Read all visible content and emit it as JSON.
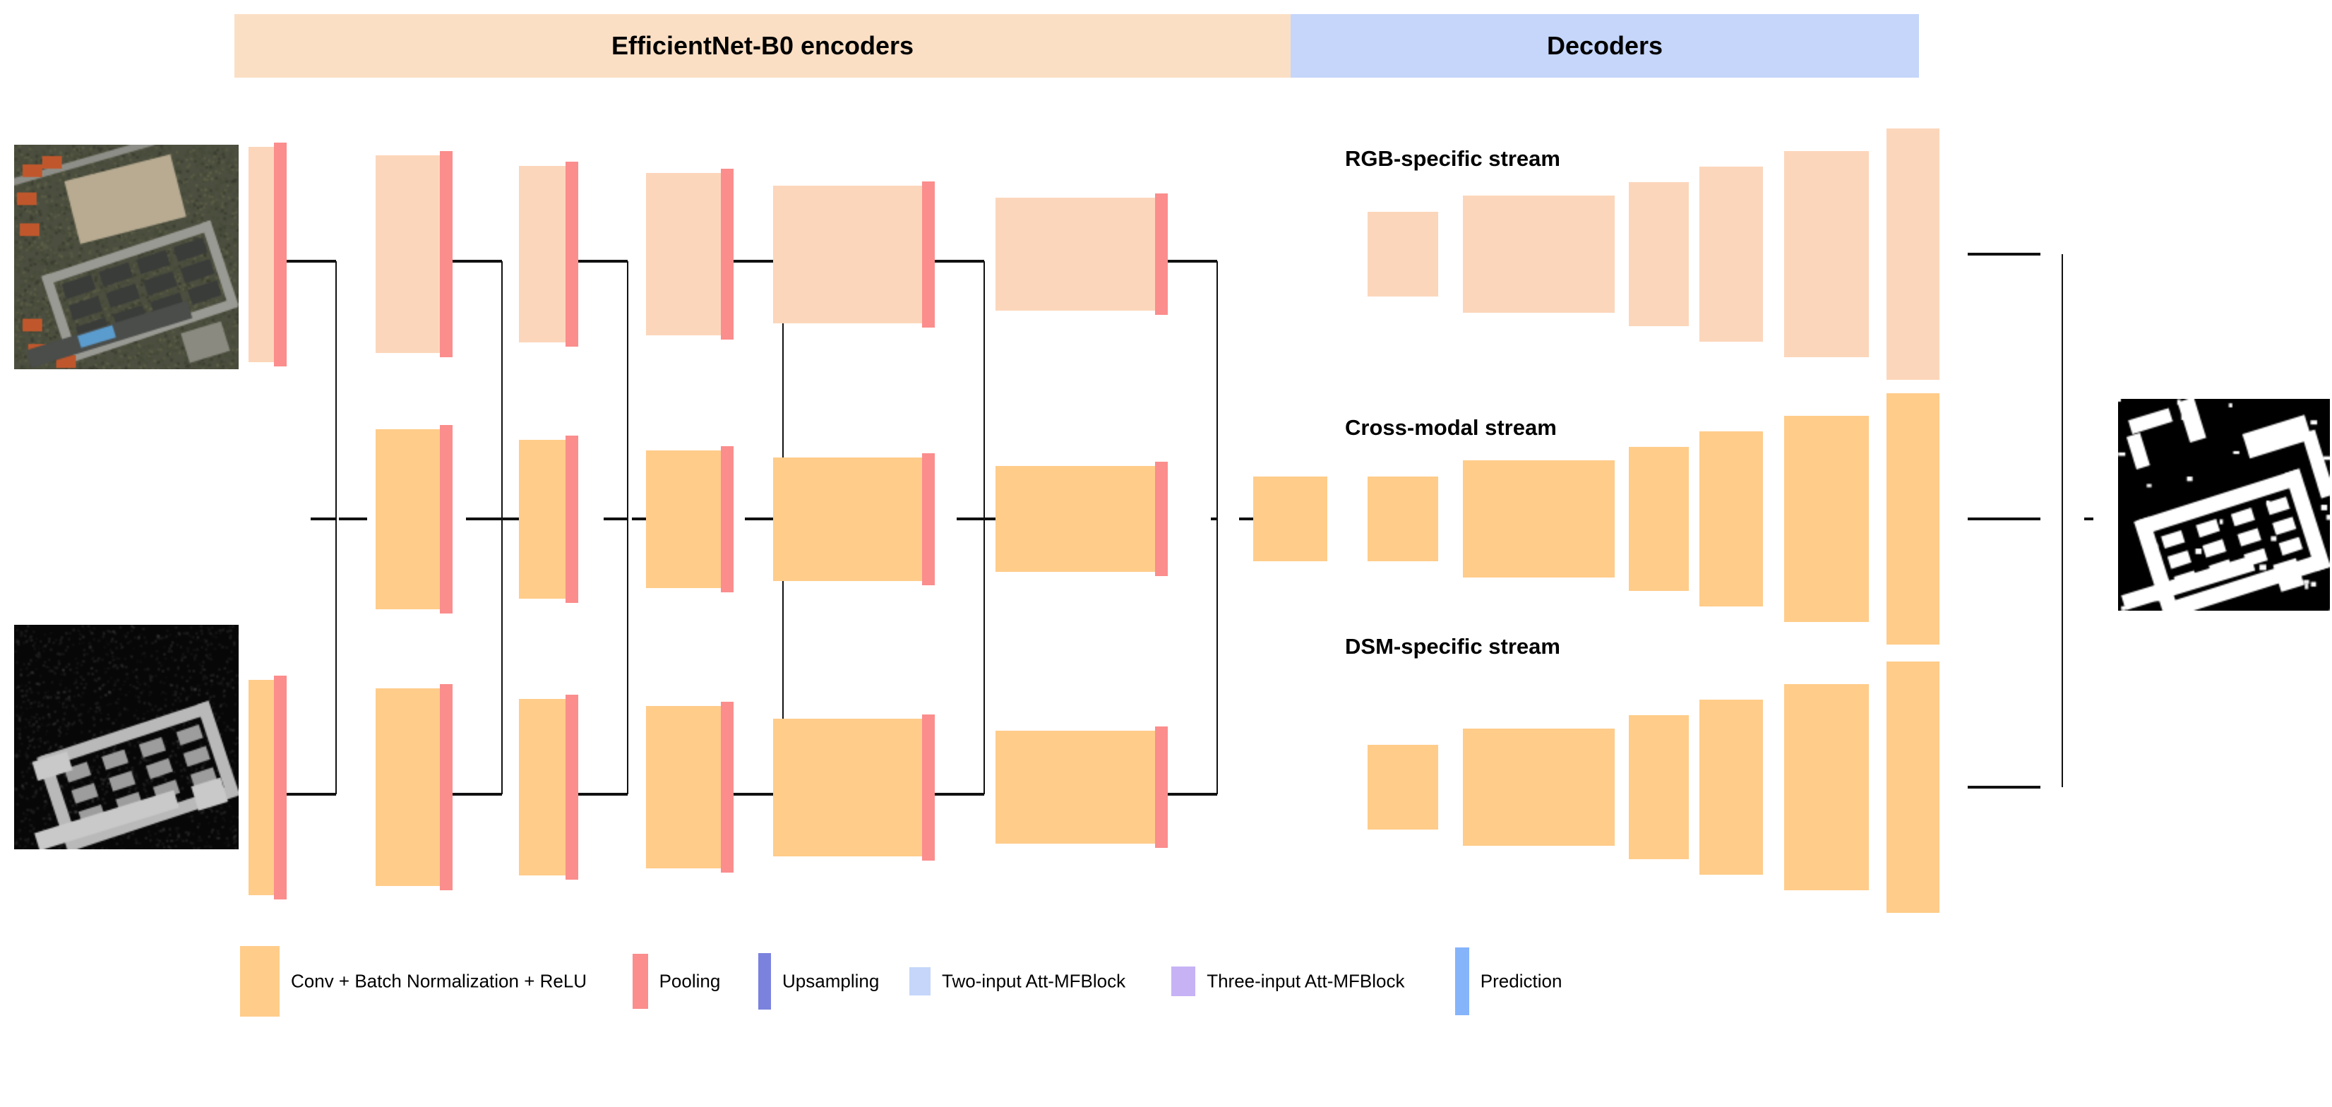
{
  "header": {
    "encoders_label": "EfficientNet-B0 encoders",
    "decoders_label": "Decoders",
    "encoders_color": "#FBDFC4",
    "decoders_color": "#C5D6FA"
  },
  "streams": {
    "rgb_label": "RGB-specific stream",
    "cross_label": "Cross-modal stream",
    "dsm_label": "DSM-specific stream"
  },
  "palette": {
    "conv": "#FFCC8A",
    "conv_rgb": "#FCD6BB",
    "pooling": "#FB8D8D",
    "upsampling": "#7B82DE",
    "att_mfblock_two": "#C5D6FA",
    "att_mfblock_three": "#C7B2F5",
    "prediction": "#85B4FB",
    "connector": "#111111"
  },
  "legend": {
    "items": [
      {
        "label": "Conv + Batch Normalization + ReLU",
        "color": "#FFCC8A",
        "swatch_w": 56,
        "swatch_h": 100
      },
      {
        "label": "Pooling",
        "color": "#FB8D8D",
        "swatch_w": 22,
        "swatch_h": 78
      },
      {
        "label": "Upsampling",
        "color": "#7B82DE",
        "swatch_w": 18,
        "swatch_h": 80
      },
      {
        "label": "Two-input Att-MFBlock",
        "color": "#C5D6FA",
        "swatch_w": 30,
        "swatch_h": 40
      },
      {
        "label": "Three-input Att-MFBlock",
        "color": "#C7B2F5",
        "swatch_w": 34,
        "swatch_h": 42
      },
      {
        "label": "Prediction",
        "color": "#85B4FB",
        "swatch_w": 20,
        "swatch_h": 96
      }
    ]
  },
  "inputs": {
    "rgb_image_name": "rgb-aerial-input-image",
    "dsm_image_name": "dsm-elevation-input-image"
  },
  "output": {
    "mask_image_name": "binary-building-segmentation-output"
  },
  "architecture": {
    "encoder_stages": 6,
    "decoder_stages": 6,
    "fusion_blocks_encoder": 6,
    "fusion_blocks_output": 1,
    "rgb_encoder_conv_heights": [
      305,
      280,
      250,
      230,
      195,
      160
    ],
    "cross_encoder_conv_heights": [
      305,
      280,
      250,
      230,
      195,
      160
    ],
    "dsm_encoder_conv_heights": [
      305,
      280,
      250,
      230,
      195,
      160
    ],
    "decoder_conv_heights": [
      95,
      130,
      160,
      195,
      230,
      280
    ]
  }
}
